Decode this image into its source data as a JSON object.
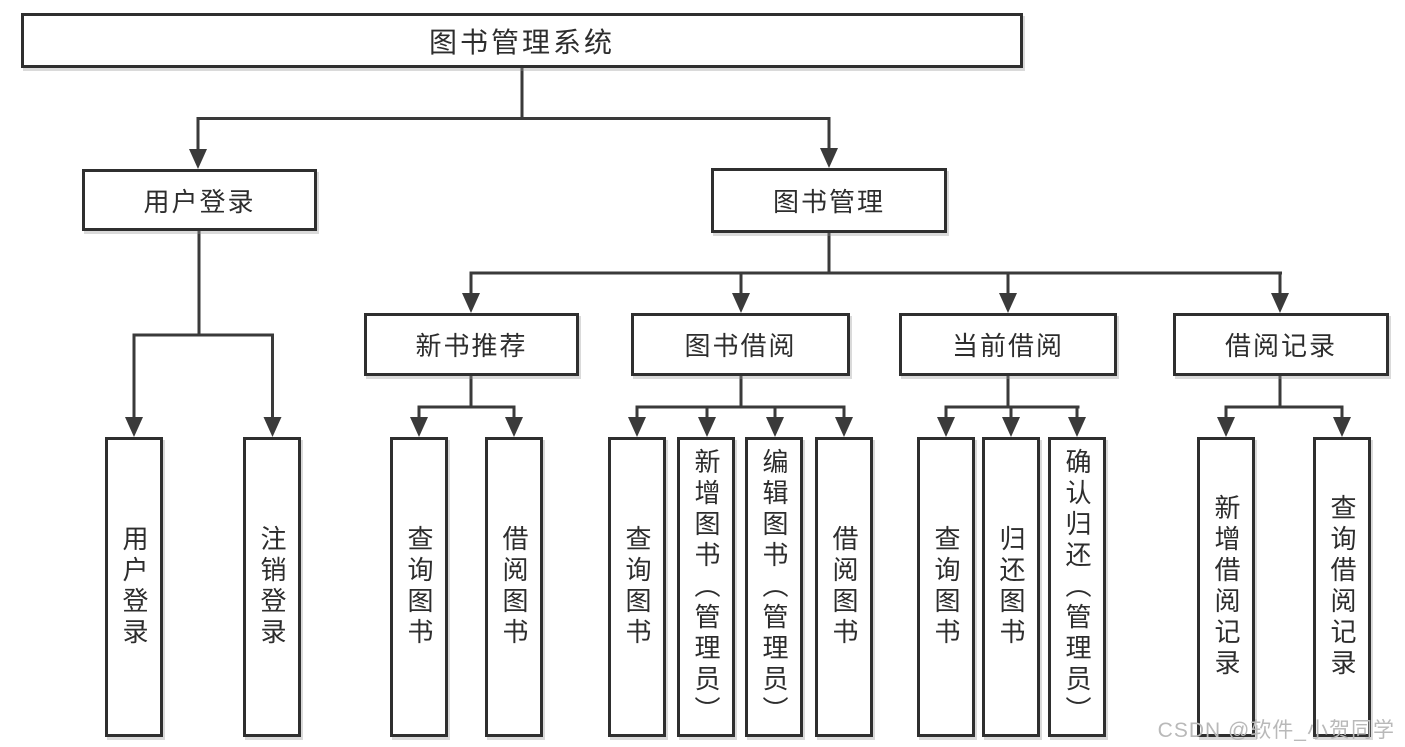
{
  "diagram": {
    "title": "图书管理系统",
    "level2": {
      "user_login": "用户登录",
      "book_mgmt": "图书管理"
    },
    "level3": {
      "new_book_rec": "新书推荐",
      "book_borrow": "图书借阅",
      "current_borrow": "当前借阅",
      "borrow_record": "借阅记录"
    },
    "leaves": {
      "user_login_login": "用户登录",
      "user_login_logout": "注销登录",
      "rec_query_book": "查询图书",
      "rec_borrow_book": "借阅图书",
      "bb_query_book": "查询图书",
      "bb_add_book": "新增图书（管理员）",
      "bb_edit_book": "编辑图书（管理员）",
      "bb_borrow_book": "借阅图书",
      "cb_query_book": "查询图书",
      "cb_return_book": "归还图书",
      "cb_confirm_return": "确认归还（管理员）",
      "br_add_record": "新增借阅记录",
      "br_query_record": "查询借阅记录"
    }
  },
  "watermark": "CSDN @软件_小贺同学",
  "colors": {
    "line": "#3a3a3a",
    "box_border": "#2f2f2f",
    "text": "#2d2d2d",
    "background": "#ffffff",
    "watermark": "#b9b9b9"
  }
}
